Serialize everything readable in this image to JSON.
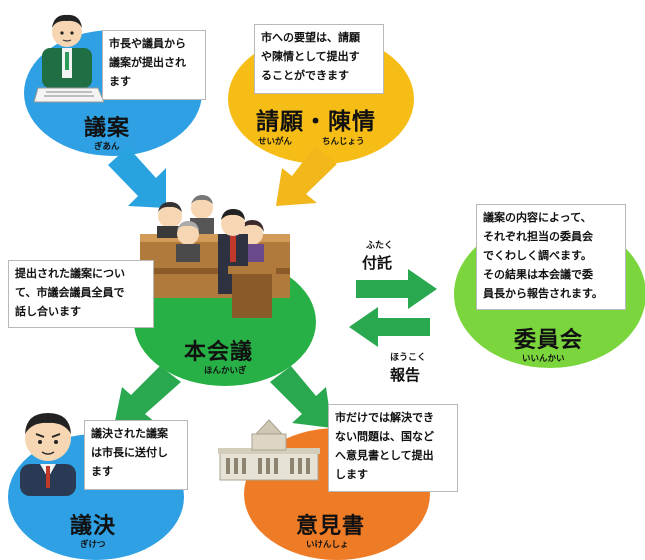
{
  "colors": {
    "blue": "#2ea0e3",
    "yellow": "#f7bd17",
    "green": "#27b045",
    "lime": "#7bd63e",
    "orange": "#ee7b25",
    "arrow_blue": "#29a3df",
    "arrow_yellow": "#f2b81b",
    "arrow_green": "#2aa84f"
  },
  "nodes": {
    "giann": {
      "title": "議案",
      "ruby": "ぎあん"
    },
    "seigan": {
      "title": "請願・陳情",
      "ruby_left": "せいがん",
      "ruby_right": "ちんじょう"
    },
    "honkaigi": {
      "title": "本会議",
      "ruby": "ほんかいぎ"
    },
    "iinkai": {
      "title": "委員会",
      "ruby": "いいんかい"
    },
    "giketsu": {
      "title": "議決",
      "ruby": "ぎけつ"
    },
    "ikensho": {
      "title": "意見書",
      "ruby": "いけんしょ"
    }
  },
  "notes": {
    "giann": [
      "市長や議員から",
      "議案が提出され",
      "ます"
    ],
    "seigan": [
      "市への要望は、請願",
      "や陳情として提出す",
      "ることができます"
    ],
    "honkaigi": [
      "提出された議案につい",
      "て、市議会議員全員で",
      "話し合います"
    ],
    "iinkai": [
      "議案の内容によって、",
      "それぞれ担当の委員会",
      "でくわしく調べます。",
      "その結果は本会議で委",
      "員長から報告されます。"
    ],
    "giketsu": [
      "議決された議案",
      "は市長に送付し",
      "ます"
    ],
    "ikensho": [
      "市だけでは解決でき",
      "ない問題は、国など",
      "へ意見書として提出",
      "します"
    ]
  },
  "arrows": {
    "futaku": {
      "label": "付託",
      "ruby": "ふたく"
    },
    "houkoku": {
      "label": "報告",
      "ruby": "ほうこく"
    }
  },
  "icons": {
    "giann": "official-at-podium-icon",
    "honkaigi": "assembly-members-icon",
    "giketsu": "man-head-icon",
    "ikensho": "diet-building-icon"
  }
}
